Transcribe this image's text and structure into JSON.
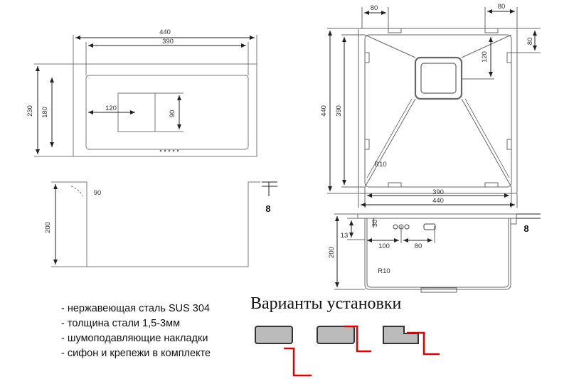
{
  "features": [
    "- нержавеющая сталь SUS 304",
    "- толщина стали 1,5-3мм",
    "- шумоподавляющие накладки",
    "- сифон и крепежи в комплекте"
  ],
  "install_title": "Варианты установки",
  "top_view": {
    "w440": "440",
    "w390": "390",
    "h230": "230",
    "h180": "180",
    "drain_w": "120",
    "drain_h": "90"
  },
  "section_left": {
    "depth": "200",
    "angle": "90",
    "thickness": "8"
  },
  "plan": {
    "top_offset_1": "80",
    "top_offset_2": "80",
    "right_offset": "80",
    "drain_offset": "120",
    "inner": "390",
    "outer_v": "440",
    "radius": "R10",
    "bottom_inner": "390",
    "bottom_outer": "440"
  },
  "section_right": {
    "depth": "200",
    "rim": "13",
    "top": "30",
    "d100": "100",
    "d80": "80",
    "radius": "R10",
    "thickness": "8"
  },
  "colors": {
    "line": "#555555",
    "accent": "#e00000"
  }
}
